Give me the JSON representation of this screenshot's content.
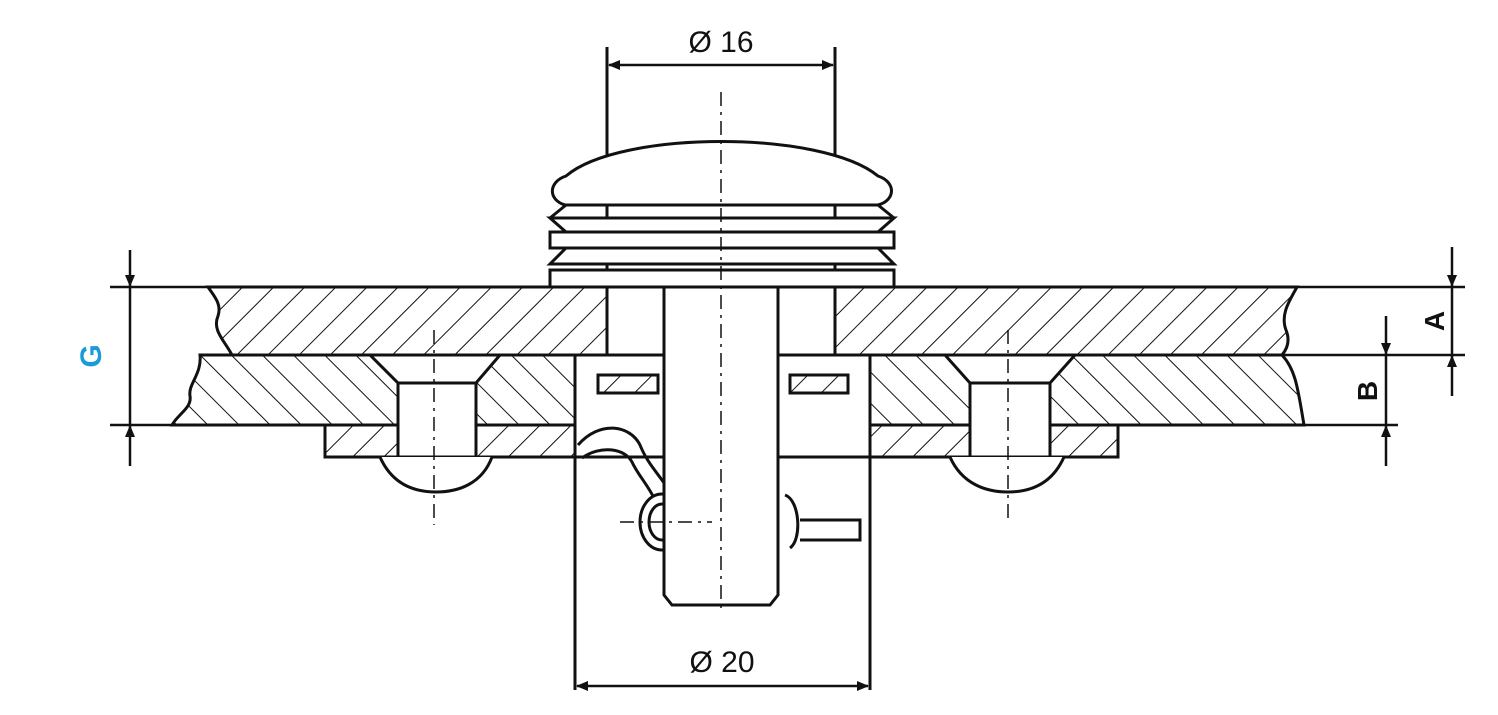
{
  "dimensions": {
    "top_diameter": "Ø 16",
    "bottom_diameter": "Ø 20",
    "label_g": "G",
    "label_a": "A",
    "label_b": "B"
  },
  "colors": {
    "line": "#111111",
    "accent": "#1a9bd7",
    "background": "#ffffff"
  }
}
